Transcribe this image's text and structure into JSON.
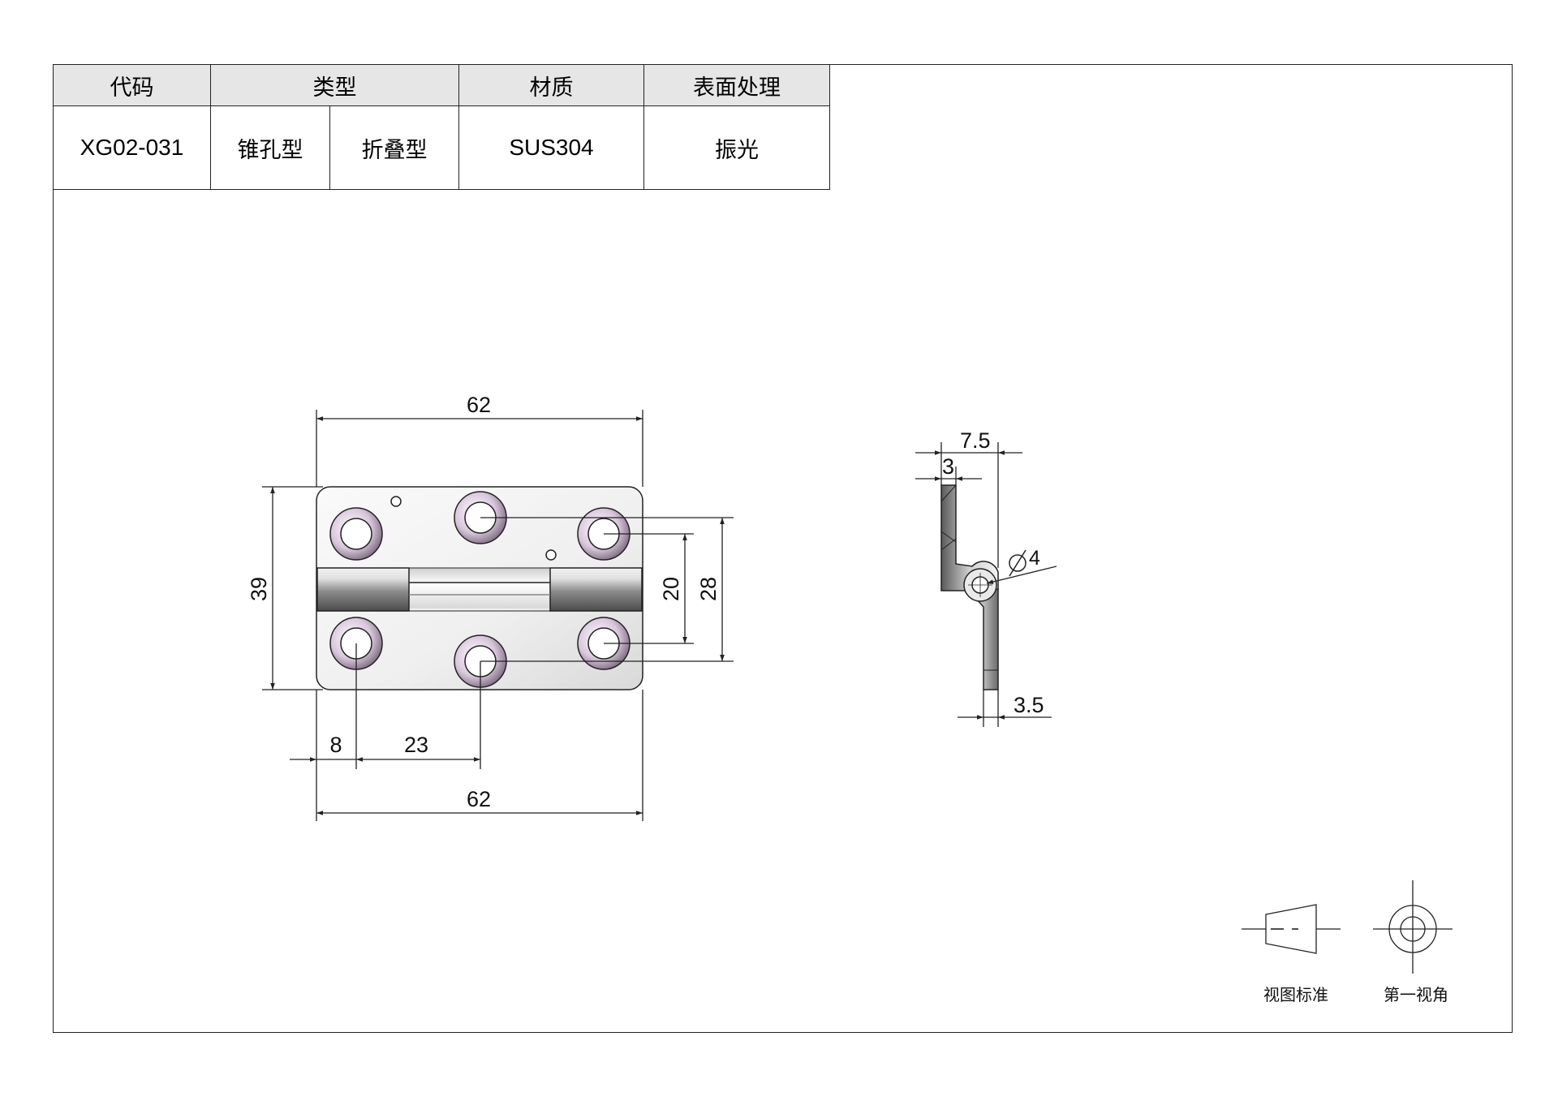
{
  "spec_table": {
    "headers": {
      "code": "代码",
      "type": "类型",
      "material": "材质",
      "surface": "表面处理"
    },
    "row": {
      "code": "XG02-031",
      "type_hole": "锥孔型",
      "type_fold": "折叠型",
      "material": "SUS304",
      "surface": "振光"
    }
  },
  "front_view": {
    "dims": {
      "top_width": "62",
      "bottom_width": "62",
      "height": "39",
      "hole_pitch_inner": "20",
      "hole_pitch_outer": "28",
      "edge_offset": "8",
      "hole_spacing": "23"
    }
  },
  "side_view": {
    "dims": {
      "overall_thickness": "7.5",
      "leaf_thickness": "3",
      "pin_diameter": "4",
      "bottom_thickness": "3.5"
    }
  },
  "projection": {
    "standard_label": "视图标准",
    "angle_label": "第一视角"
  },
  "colors": {
    "line": "#222222",
    "hole_rim": "#c8b2cc",
    "metal_light": "#f4f4f4",
    "metal_dark": "#5e5e5e"
  }
}
